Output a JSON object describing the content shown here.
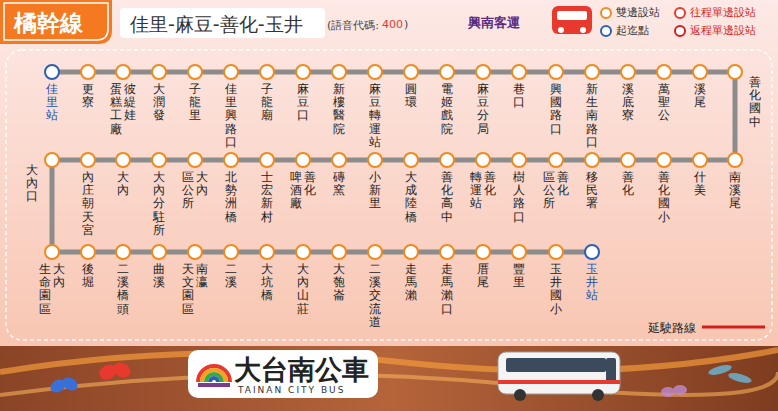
{
  "diagram": {
    "title": "橘幹線",
    "nodes": [
      {
        "text": [
          "佳里站"
        ]
      },
      {
        "text": [
          "更寮"
        ]
      },
      {
        "text": [
          "彼緹娃",
          "蛋糕工廠"
        ]
      },
      {
        "text": [
          "大潤發"
        ]
      },
      {
        "text": [
          "子龍里"
        ]
      },
      {
        "text": [
          "佳里興路口"
        ]
      },
      {
        "text": [
          "子龍廟"
        ]
      },
      {
        "text": [
          "麻豆口"
        ]
      },
      {
        "text": [
          "新樓醫院"
        ]
      },
      {
        "text": [
          "麻豆轉運站"
        ]
      },
      {
        "text": [
          "圓環"
        ]
      },
      {
        "text": [
          "電姬戲院"
        ]
      },
      {
        "text": [
          "麻豆分局"
        ]
      },
      {
        "text": [
          "巷口"
        ]
      },
      {
        "text": [
          "興國路口"
        ]
      },
      {
        "text": [
          "新生南路口"
        ]
      },
      {
        "text": [
          "溪底寮"
        ]
      },
      {
        "text": [
          "萬聖公"
        ]
      },
      {
        "text": [
          "溪尾"
        ]
      },
      {
        "text": [
          "善化國中"
        ]
      },
      {
        "text": [
          "南溪尾"
        ]
      },
      {
        "text": [
          "什美"
        ]
      },
      {
        "text": [
          "善化國小"
        ]
      },
      {
        "text": [
          "善化"
        ]
      },
      {
        "text": [
          "移民署"
        ]
      },
      {
        "text": [
          "善化",
          "區公所"
        ]
      },
      {
        "text": [
          "樹人路口"
        ]
      },
      {
        "text": [
          "善化",
          "轉運站"
        ]
      },
      {
        "text": [
          "善化高中"
        ]
      },
      {
        "text": [
          "大成陸橋"
        ]
      },
      {
        "text": [
          "小新里"
        ]
      },
      {
        "text": [
          "磚窯"
        ]
      },
      {
        "text": [
          "善化",
          "啤酒廠"
        ]
      },
      {
        "text": [
          "士宏新村"
        ]
      },
      {
        "text": [
          "北勢洲橋"
        ]
      },
      {
        "text": [
          "大內",
          "區公所"
        ]
      },
      {
        "text": [
          "大內分駐所"
        ]
      },
      {
        "text": [
          "大內"
        ]
      },
      {
        "text": [
          "內庄朝天宮"
        ]
      },
      {
        "text": [
          "大內口"
        ]
      },
      {
        "text": [
          "大內",
          "生命園區"
        ]
      },
      {
        "text": [
          "後堀"
        ]
      },
      {
        "text": [
          "二溪橋頭"
        ]
      },
      {
        "text": [
          "曲溪"
        ]
      },
      {
        "text": [
          "南瀛",
          "天文園區"
        ]
      },
      {
        "text": [
          "二溪"
        ]
      },
      {
        "text": [
          "大坑橋"
        ]
      },
      {
        "text": [
          "大內山莊"
        ]
      },
      {
        "text": [
          "大匏崙"
        ]
      },
      {
        "text": [
          "二溪交流道"
        ]
      },
      {
        "text": [
          "走馬瀨"
        ]
      },
      {
        "text": [
          "走馬瀨口"
        ]
      },
      {
        "text": [
          "厝尾"
        ]
      },
      {
        "text": [
          "豐里"
        ]
      },
      {
        "text": [
          "玉井國小"
        ]
      },
      {
        "text": [
          "玉井站"
        ]
      }
    ],
    "edges": [
      {
        "from": 0,
        "to": 1,
        "arrow": "none"
      },
      {
        "from": 1,
        "to": 2,
        "arrow": "none"
      },
      {
        "from": 2,
        "to": 3,
        "arrow": "none"
      },
      {
        "from": 3,
        "to": 4,
        "arrow": "none"
      },
      {
        "from": 4,
        "to": 5,
        "arrow": "none"
      },
      {
        "from": 5,
        "to": 6,
        "arrow": "none"
      },
      {
        "from": 6,
        "to": 7,
        "arrow": "none"
      },
      {
        "from": 7,
        "to": 8,
        "arrow": "none"
      },
      {
        "from": 8,
        "to": 9,
        "arrow": "none"
      },
      {
        "from": 9,
        "to": 10,
        "arrow": "none"
      },
      {
        "from": 10,
        "to": 11,
        "arrow": "none"
      },
      {
        "from": 11,
        "to": 12,
        "arrow": "none"
      },
      {
        "from": 12,
        "to": 13,
        "arrow": "none"
      },
      {
        "from": 13,
        "to": 14,
        "arrow": "none"
      },
      {
        "from": 14,
        "to": 15,
        "arrow": "none"
      },
      {
        "from": 15,
        "to": 16,
        "arrow": "none"
      },
      {
        "from": 16,
        "to": 17,
        "arrow": "none"
      },
      {
        "from": 17,
        "to": 18,
        "arrow": "none"
      },
      {
        "from": 18,
        "to": 19,
        "arrow": "none"
      },
      {
        "from": 19,
        "to": 20,
        "arrow": "none"
      },
      {
        "from": 20,
        "to": 21,
        "arrow": "none"
      },
      {
        "from": 21,
        "to": 22,
        "arrow": "none"
      },
      {
        "from": 22,
        "to": 23,
        "arrow": "none"
      },
      {
        "from": 23,
        "to": 24,
        "arrow": "none"
      },
      {
        "from": 24,
        "to": 25,
        "arrow": "none"
      },
      {
        "from": 25,
        "to": 26,
        "arrow": "none"
      },
      {
        "from": 26,
        "to": 27,
        "arrow": "none"
      },
      {
        "from": 27,
        "to": 28,
        "arrow": "none"
      },
      {
        "from": 28,
        "to": 29,
        "arrow": "none"
      },
      {
        "from": 29,
        "to": 30,
        "arrow": "none"
      },
      {
        "from": 30,
        "to": 31,
        "arrow": "none"
      },
      {
        "from": 31,
        "to": 32,
        "arrow": "none"
      },
      {
        "from": 32,
        "to": 33,
        "arrow": "none"
      },
      {
        "from": 33,
        "to": 34,
        "arrow": "none"
      },
      {
        "from": 34,
        "to": 35,
        "arrow": "none"
      },
      {
        "from": 35,
        "to": 36,
        "arrow": "none"
      },
      {
        "from": 36,
        "to": 37,
        "arrow": "none"
      },
      {
        "from": 37,
        "to": 38,
        "arrow": "none"
      },
      {
        "from": 38,
        "to": 39,
        "arrow": "none"
      },
      {
        "from": 39,
        "to": 40,
        "arrow": "none"
      },
      {
        "from": 40,
        "to": 41,
        "arrow": "none"
      },
      {
        "from": 41,
        "to": 42,
        "arrow": "none"
      },
      {
        "from": 42,
        "to": 43,
        "arrow": "none"
      },
      {
        "from": 43,
        "to": 44,
        "arrow": "none"
      },
      {
        "from": 44,
        "to": 45,
        "arrow": "none"
      },
      {
        "from": 45,
        "to": 46,
        "arrow": "none"
      },
      {
        "from": 46,
        "to": 47,
        "arrow": "none"
      },
      {
        "from": 47,
        "to": 48,
        "arrow": "none"
      },
      {
        "from": 48,
        "to": 49,
        "arrow": "none"
      },
      {
        "from": 49,
        "to": 50,
        "arrow": "none"
      },
      {
        "from": 50,
        "to": 51,
        "arrow": "none"
      },
      {
        "from": 51,
        "to": 52,
        "arrow": "none"
      },
      {
        "from": 52,
        "to": 53,
        "arrow": "none"
      },
      {
        "from": 53,
        "to": 54,
        "arrow": "none"
      },
      {
        "from": 54,
        "to": 55,
        "arrow": "none"
      }
    ],
    "labels": [
      "佳里-麻豆-善化-玉井",
      "(語音代碼:",
      "400",
      ")",
      "興南客運",
      "大台南公車",
      "TAINAN CITY BUS"
    ],
    "legend": [
      {
        "text": "雙邊設站",
        "color": "#f08a1e"
      },
      {
        "text": "起迄點",
        "color": "#2d5fb5"
      },
      {
        "text": "往程單邊設站",
        "color": "#e8392f"
      },
      {
        "text": "返程單邊設站",
        "color": "#d41e1e"
      },
      {
        "text": "延駛路線"
      }
    ]
  }
}
